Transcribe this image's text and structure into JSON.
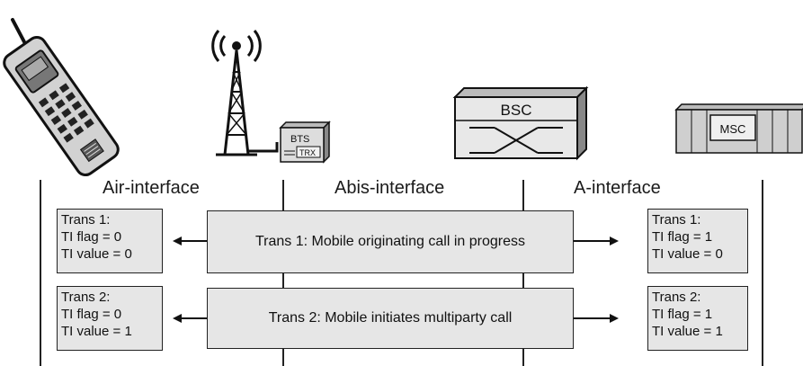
{
  "equipment": {
    "bts_label": "BTS",
    "trx_label": "TRX",
    "bsc_label": "BSC",
    "msc_label": "MSC"
  },
  "interfaces": {
    "air": "Air-interface",
    "abis": "Abis-interface",
    "a": "A-interface"
  },
  "transactions": [
    {
      "message": "Trans 1: Mobile originating call in progress",
      "mobile_side": {
        "title": "Trans 1:",
        "flag": "TI flag = 0",
        "value": "TI value = 0"
      },
      "network_side": {
        "title": "Trans 1:",
        "flag": "TI flag = 1",
        "value": "TI value = 0"
      }
    },
    {
      "message": "Trans 2: Mobile initiates multiparty call",
      "mobile_side": {
        "title": "Trans 2:",
        "flag": "TI flag = 0",
        "value": "TI value = 1"
      },
      "network_side": {
        "title": "Trans 2:",
        "flag": "TI flag = 1",
        "value": "TI value = 1"
      }
    }
  ],
  "colors": {
    "box_fill": "#e6e6e6",
    "stroke": "#222222"
  }
}
